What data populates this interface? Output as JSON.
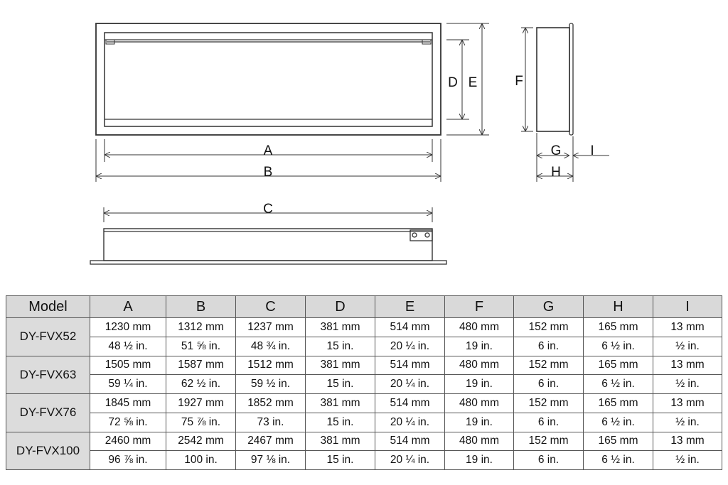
{
  "dimension_labels": {
    "A": "A",
    "B": "B",
    "C": "C",
    "D": "D",
    "E": "E",
    "F": "F",
    "G": "G",
    "H": "H",
    "I": "I"
  },
  "table": {
    "headers": [
      "Model",
      "A",
      "B",
      "C",
      "D",
      "E",
      "F",
      "G",
      "H",
      "I"
    ],
    "rows": [
      {
        "model": "DY-FVX52",
        "mm": [
          "1230 mm",
          "1312 mm",
          "1237 mm",
          "381 mm",
          "514 mm",
          "480 mm",
          "152 mm",
          "165 mm",
          "13 mm"
        ],
        "in": [
          "48 ½ in.",
          "51 ⅝ in.",
          "48 ¾ in.",
          "15 in.",
          "20 ¼ in.",
          "19 in.",
          "6 in.",
          "6 ½ in.",
          "½ in."
        ]
      },
      {
        "model": "DY-FVX63",
        "mm": [
          "1505 mm",
          "1587 mm",
          "1512 mm",
          "381 mm",
          "514 mm",
          "480 mm",
          "152 mm",
          "165 mm",
          "13 mm"
        ],
        "in": [
          "59 ¼ in.",
          "62 ½ in.",
          "59 ½ in.",
          "15 in.",
          "20 ¼ in.",
          "19 in.",
          "6 in.",
          "6 ½ in.",
          "½ in."
        ]
      },
      {
        "model": "DY-FVX76",
        "mm": [
          "1845 mm",
          "1927 mm",
          "1852 mm",
          "381 mm",
          "514 mm",
          "480 mm",
          "152 mm",
          "165 mm",
          "13 mm"
        ],
        "in": [
          "72 ⅝ in.",
          "75 ⅞ in.",
          "73 in.",
          "15 in.",
          "20 ¼ in.",
          "19 in.",
          "6 in.",
          "6 ½ in.",
          "½ in."
        ]
      },
      {
        "model": "DY-FVX100",
        "mm": [
          "2460 mm",
          "2542 mm",
          "2467 mm",
          "381 mm",
          "514 mm",
          "480 mm",
          "152 mm",
          "165 mm",
          "13 mm"
        ],
        "in": [
          "96 ⅞ in.",
          "100 in.",
          "97 ⅛ in.",
          "15 in.",
          "20 ¼ in.",
          "19 in.",
          "6 in.",
          "6 ½ in.",
          "½ in."
        ]
      }
    ]
  }
}
